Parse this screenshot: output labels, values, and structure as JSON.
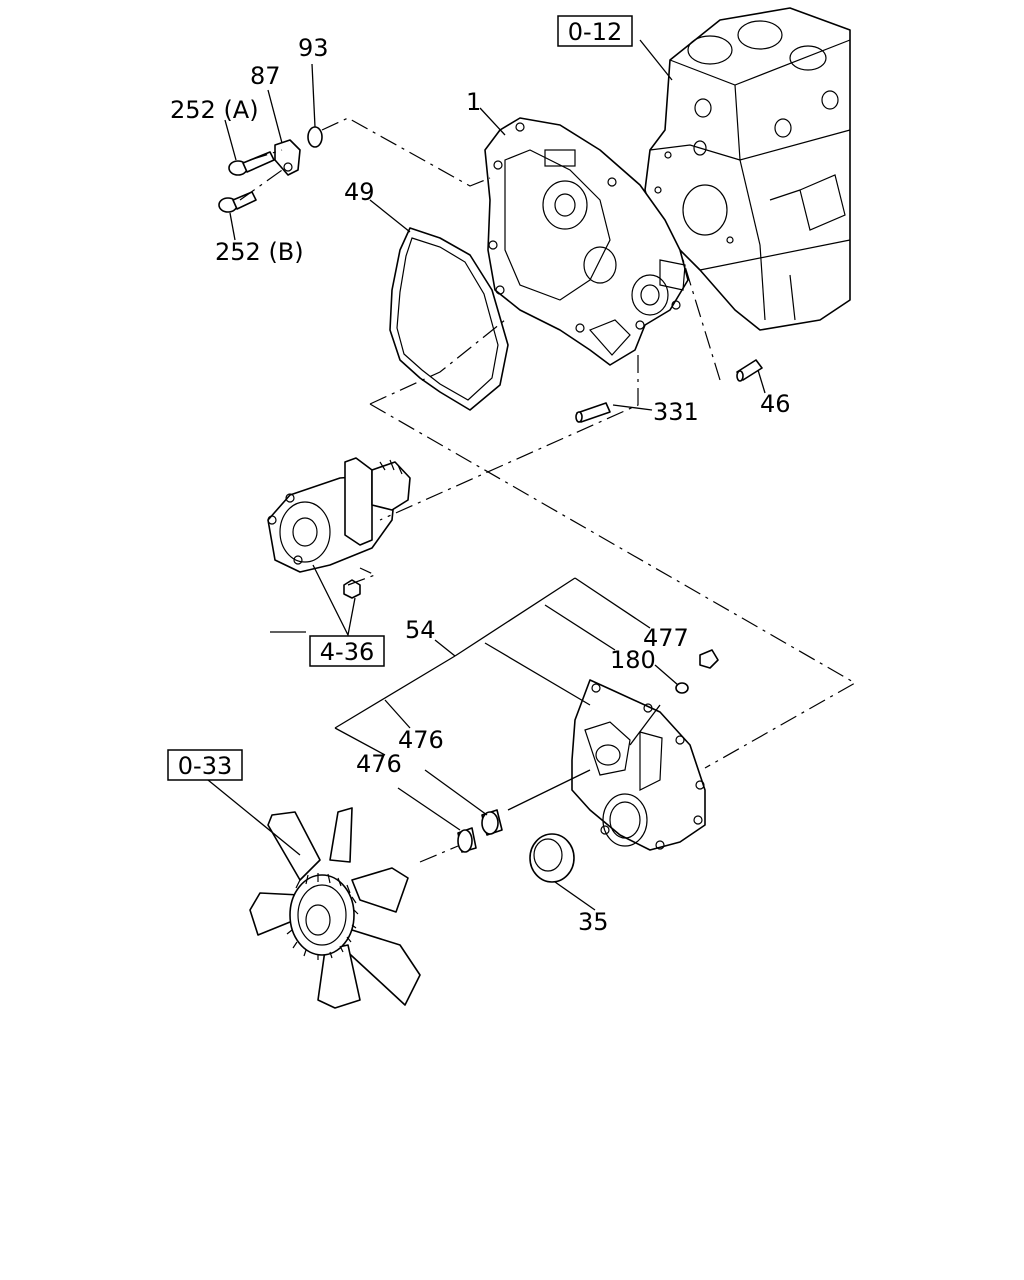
{
  "labels": {
    "l93": "93",
    "l87": "87",
    "l252a": "252 (A)",
    "l252b": "252 (B)",
    "l1": "1",
    "l49": "49",
    "l331": "331",
    "l46": "46",
    "l54": "54",
    "l477": "477",
    "l180": "180",
    "l476a": "476",
    "l476b": "476",
    "l35": "35"
  },
  "refs": {
    "r012": "0-12",
    "r436": "4-36",
    "r033": "0-33"
  }
}
